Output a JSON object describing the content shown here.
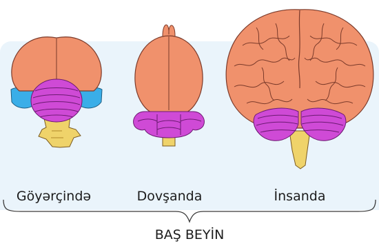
{
  "brains": [
    {
      "label": "Göyərçində"
    },
    {
      "label": "Dovşanda"
    },
    {
      "label": "İnsanda"
    }
  ],
  "caption": "BAŞ BEYİN",
  "colors": {
    "cerebrum": "#f0916c",
    "cerebellum": "#cf4ad6",
    "brainstem": "#efd36a",
    "optic_lobe": "#3aaee8",
    "outline": "#7a3a2a",
    "panel": "#eaf4fb"
  }
}
